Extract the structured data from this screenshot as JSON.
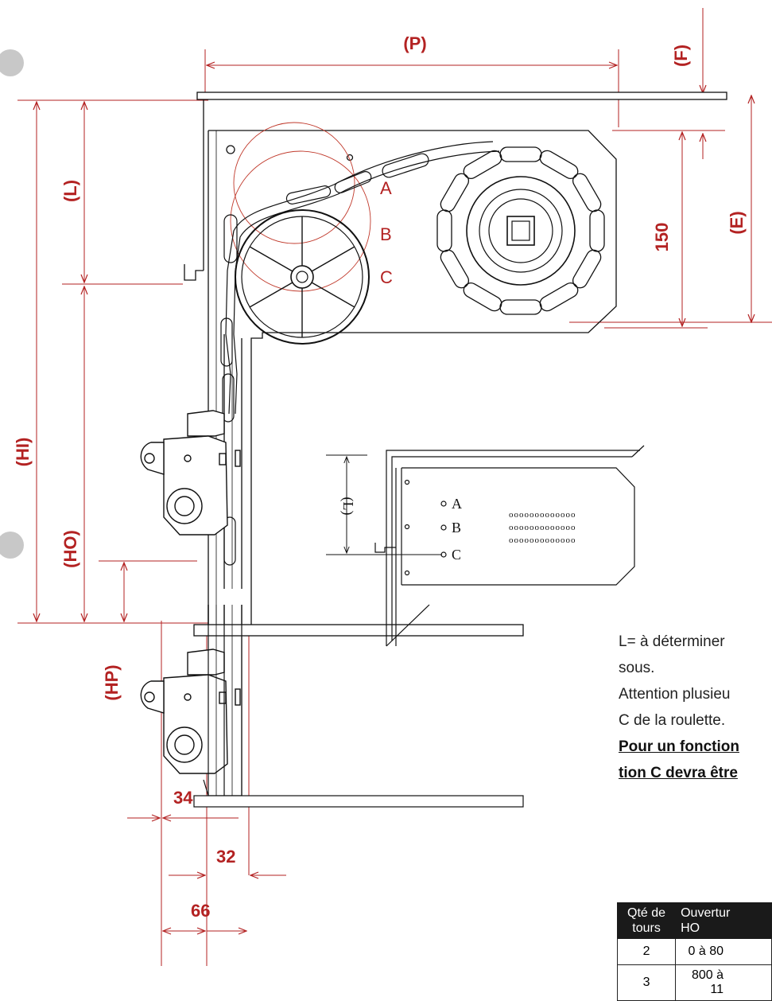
{
  "dimensions": {
    "P": "(P)",
    "F": "(F)",
    "E": "(E)",
    "L": "(L)",
    "HI": "(HI)",
    "HO": "(HO)",
    "HP": "(HP)",
    "h150": "150",
    "d34": "34",
    "d32": "32",
    "d66": "66"
  },
  "positions": {
    "A": "A",
    "B": "B",
    "C": "C"
  },
  "detail": {
    "L": "(L)",
    "A": "A",
    "B": "B",
    "C": "C",
    "holes_row": "ooooooooooooo"
  },
  "note": {
    "line1": "L= à déterminer",
    "line2": "sous.",
    "line3": "Attention plusieu",
    "line4": "C de la roulette.",
    "bold1": "Pour un fonction",
    "bold2": "tion C devra être"
  },
  "table": {
    "headers": [
      "Qté de tours",
      "Ouvertur HO"
    ],
    "header_lines": [
      [
        "Qté de",
        "tours"
      ],
      [
        "Ouvertur",
        "HO"
      ]
    ],
    "rows": [
      [
        "2",
        "0 à 80"
      ],
      [
        "3",
        "800 à 11"
      ]
    ]
  },
  "colors": {
    "dimension": "#b32222",
    "line": "#111111",
    "accent_circle": "#c0392b"
  }
}
